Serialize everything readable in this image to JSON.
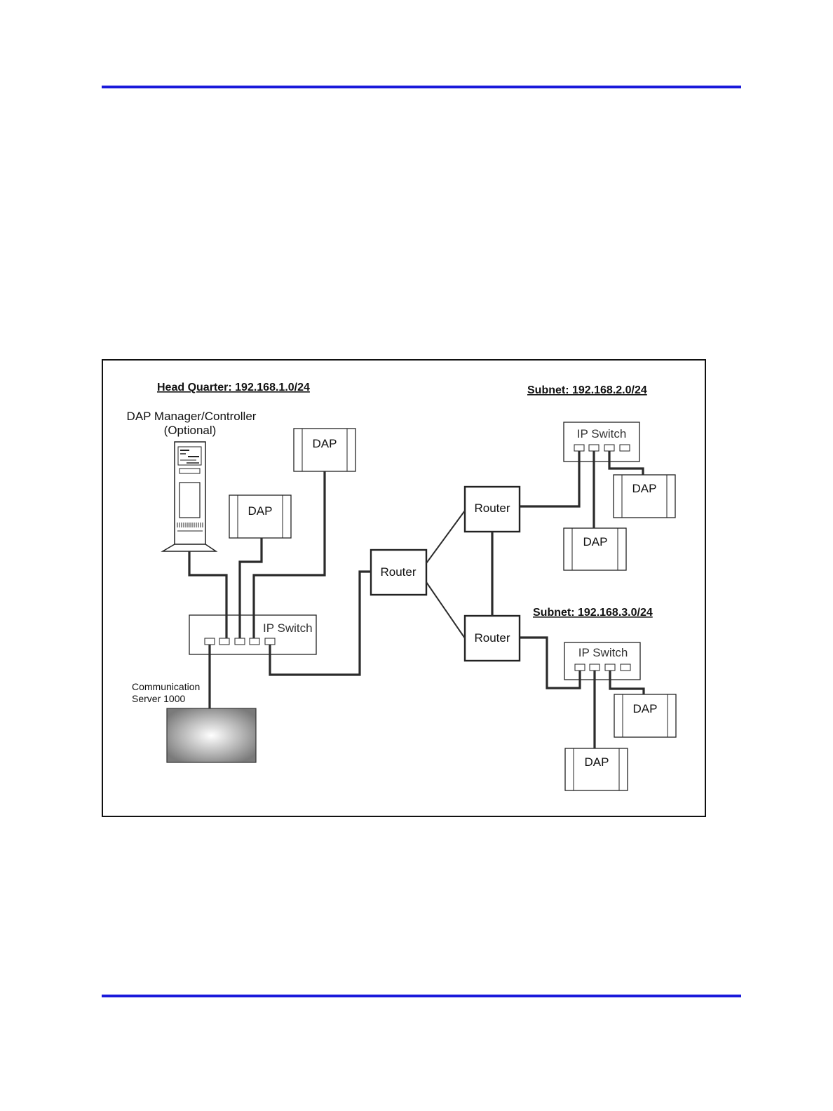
{
  "diagram": {
    "hq_label": "Head Quarter:  192.168.1.0/24",
    "subnet2_label": "Subnet: 192.168.2.0/24",
    "subnet3_label": "Subnet: 192.168.3.0/24",
    "manager_label_line1": "DAP Manager/Controller",
    "manager_label_line2": "(Optional)",
    "cs_label_line1": "Communication",
    "cs_label_line2": "Server 1000",
    "dap_label": "DAP",
    "switch_label": "IP Switch",
    "router_label": "Router"
  },
  "colors": {
    "rule": "#1a1adb",
    "line": "#2b2b2b"
  }
}
